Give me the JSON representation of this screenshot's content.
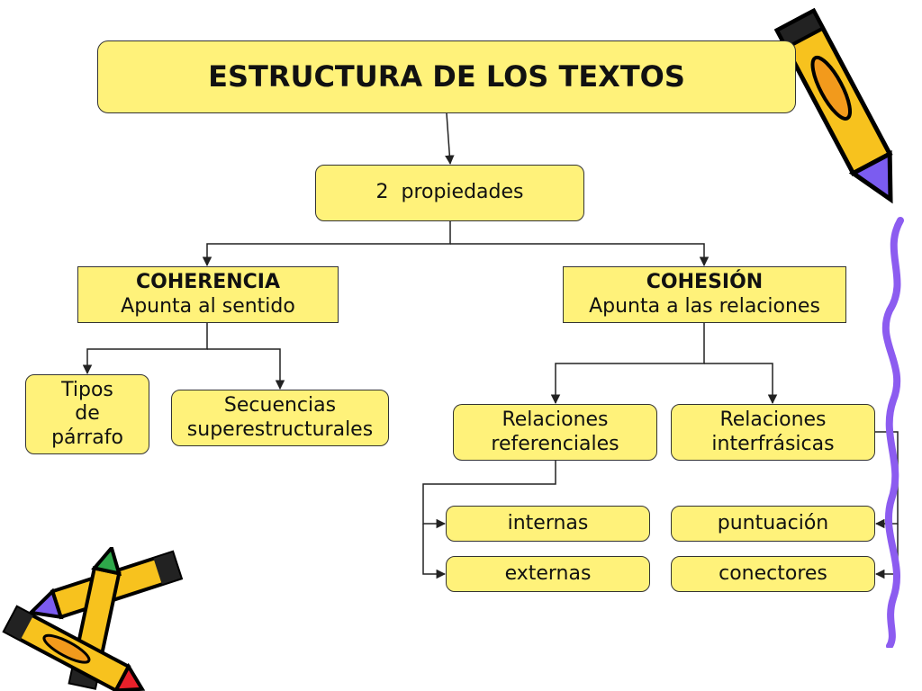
{
  "title": "ESTRUCTURA DE LOS TEXTOS",
  "propiedades": "2  propiedades",
  "coherencia": {
    "heading": "COHERENCIA",
    "subtitle": "Apunta al sentido"
  },
  "cohesion": {
    "heading": "COHESIÓN",
    "subtitle": "Apunta a las relaciones"
  },
  "tipos": "Tipos\nde\npárrafo",
  "secuencias": "Secuencias\nsuperestructurales",
  "relaciones_referenciales": "Relaciones\nreferenciales",
  "relaciones_interfrasicas": "Relaciones\ninterfrásicas",
  "internas": "internas",
  "externas": "externas",
  "puntuacion": "puntuación",
  "conectores": "conectores",
  "colors": {
    "node_fill": "#fff27a",
    "node_border": "#333333",
    "connector": "#222222",
    "pencil_yellow": "#f7c21e",
    "pencil_purple": "#7b5cf0",
    "pencil_red": "#e8202a",
    "pencil_green": "#2ea84a",
    "squiggle": "#8c5cf0"
  },
  "icons": [
    "pencil-icon",
    "crossed-pencils-icon",
    "squiggle-line-icon"
  ]
}
